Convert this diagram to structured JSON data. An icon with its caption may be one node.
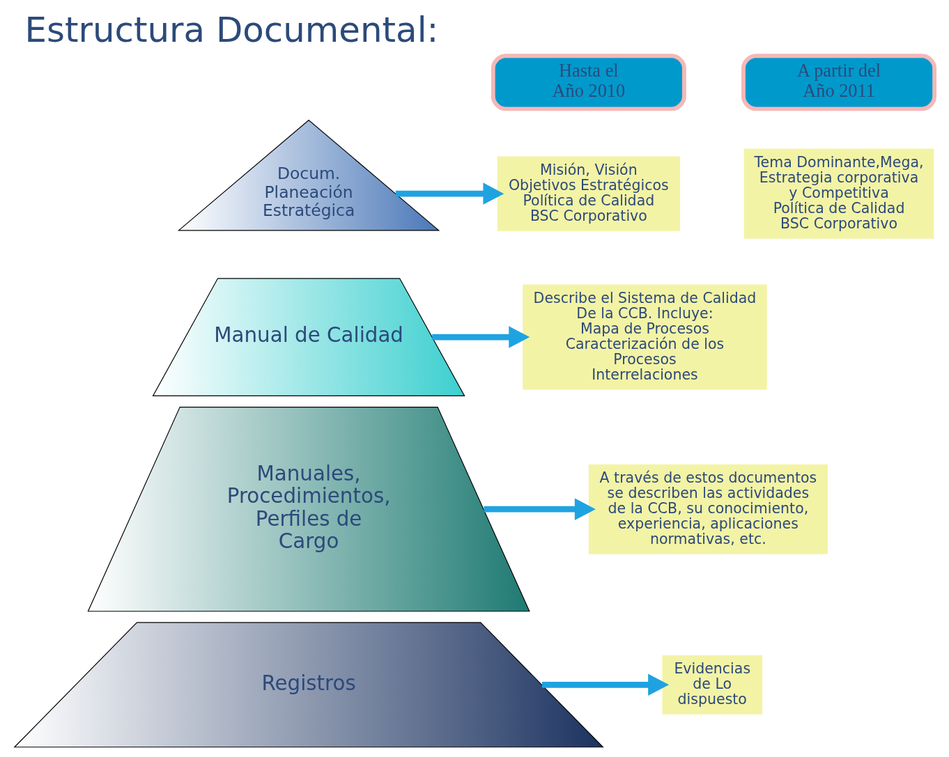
{
  "diagram": {
    "title": "Estructura Documental:",
    "nodes": [
      {
        "text": [
          "Docum. Planeación Estratégica"
        ]
      },
      {
        "text": [
          "Manual de Calidad"
        ]
      },
      {
        "text": [
          "Manuales, Procedimientos, Perfiles de Cargo"
        ]
      },
      {
        "text": [
          "Registros"
        ]
      },
      {
        "text": [
          "Hasta el Año 2010"
        ]
      },
      {
        "text": [
          "A partir del Año 2011"
        ]
      },
      {
        "text": [
          "Misión, Visión",
          "Objetivos Estratégicos",
          "Política de Calidad",
          "BSC Corporativo"
        ]
      },
      {
        "text": [
          "Tema Dominante,Mega, Estrategia corporativa y Competitiva",
          "Política de Calidad",
          "BSC Corporativo"
        ]
      },
      {
        "text": [
          "Describe el Sistema de Calidad De la CCB. Incluye:",
          "Mapa de Procesos",
          "Caracterización de los Procesos",
          "Interrelaciones"
        ]
      },
      {
        "text": [
          "A través de estos documentos se describen las actividades de la CCB, su conocimiento, experiencia, aplicaciones normativas, etc."
        ]
      },
      {
        "text": [
          "Evidencias de Lo dispuesto"
        ]
      }
    ],
    "edges": [
      {
        "from": 0,
        "to": 6,
        "arrow": "to"
      },
      {
        "from": 1,
        "to": 8,
        "arrow": "to"
      },
      {
        "from": 2,
        "to": 9,
        "arrow": "to"
      },
      {
        "from": 3,
        "to": 10,
        "arrow": "to"
      }
    ]
  }
}
